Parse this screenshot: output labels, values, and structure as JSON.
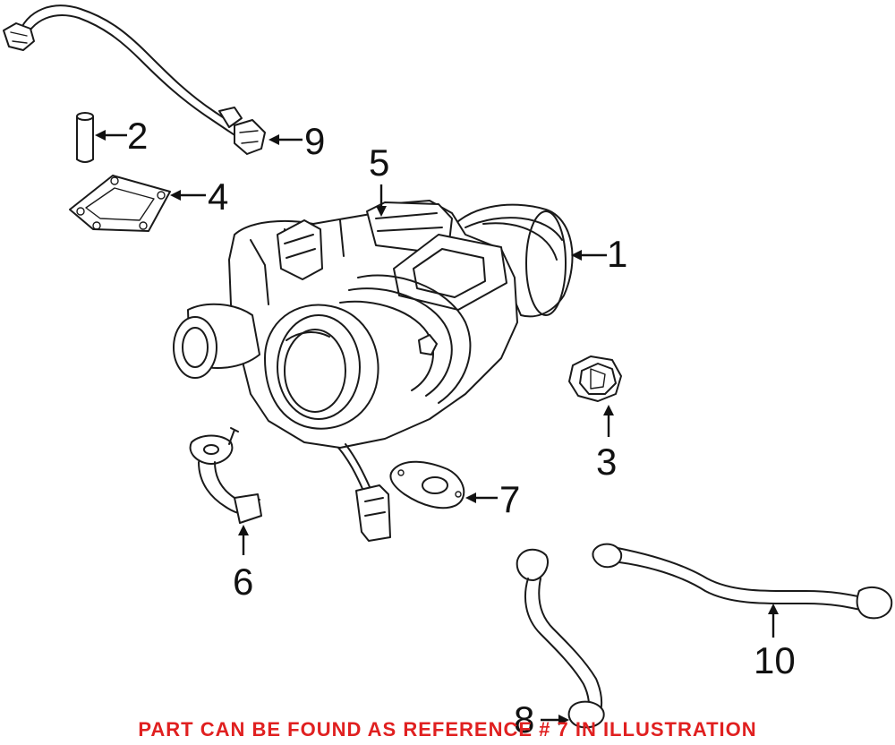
{
  "callouts": {
    "c1": "1",
    "c2": "2",
    "c3": "3",
    "c4": "4",
    "c5": "5",
    "c6": "6",
    "c7": "7",
    "c8": "8",
    "c9": "9",
    "c10": "10"
  },
  "banner": {
    "text": "PART CAN BE FOUND AS REFERENCE # 7 IN ILLUSTRATION",
    "color": "#e02020"
  },
  "colors": {
    "line": "#1a1a1a",
    "background": "#ffffff"
  }
}
